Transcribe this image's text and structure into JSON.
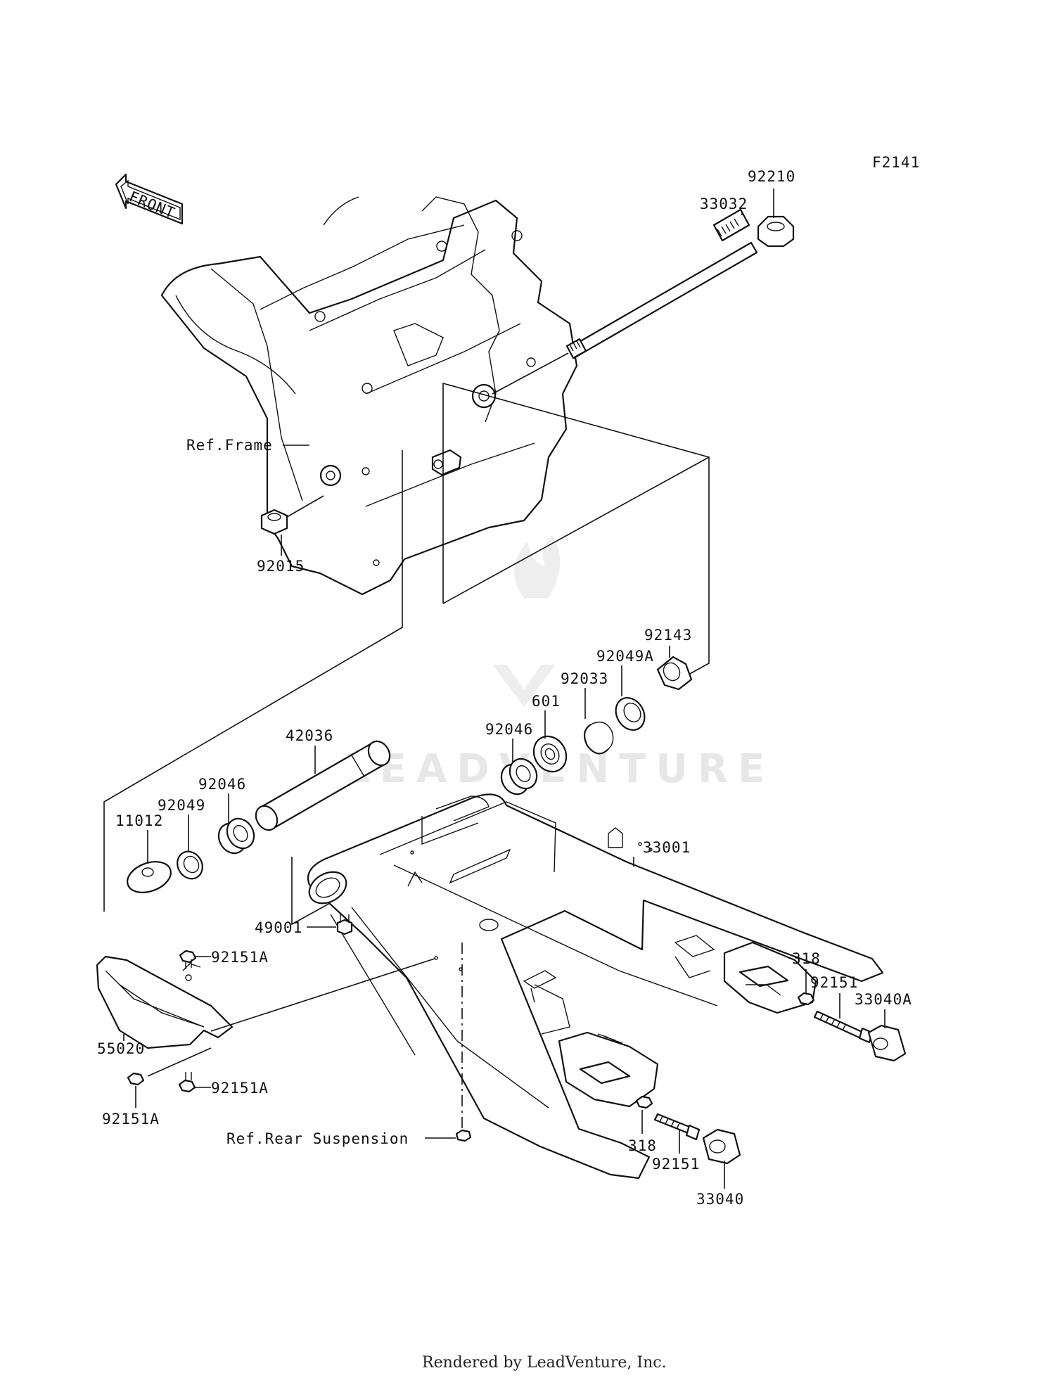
{
  "diagram_code": "F2141",
  "front_arrow": "FRONT",
  "watermark": "LEADVENTURE",
  "footer": "Rendered by LeadVenture, Inc.",
  "labels": {
    "p92210": "92210",
    "p33032": "33032",
    "ref_frame": "Ref.Frame",
    "p92015": "92015",
    "p92143": "92143",
    "p92049A": "92049A",
    "p92033": "92033",
    "p601": "601",
    "p92046a": "92046",
    "p42036": "42036",
    "p92046b": "92046",
    "p92049": "92049",
    "p11012": "11012",
    "p33001": "33001",
    "p49001": "49001",
    "p92151A_a": "92151A",
    "p318a": "318",
    "p92151a": "92151",
    "p33040A": "33040A",
    "p55020": "55020",
    "p92151A_b": "92151A",
    "p92151A_c": "92151A",
    "ref_rear": "Ref.Rear Suspension",
    "p318b": "318",
    "p92151b": "92151",
    "p33040": "33040"
  }
}
